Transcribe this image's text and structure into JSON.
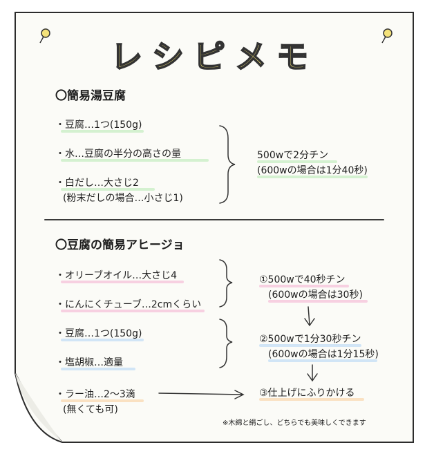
{
  "title": "レシピメモ",
  "recipe1": {
    "heading": "〇簡易湯豆腐",
    "ingredients": [
      "・豆腐…1つ(150g)",
      "・水…豆腐の半分の高さの量",
      "・白だし…大さじ2",
      "(粉末だしの場合…小さじ1)"
    ],
    "step_main": "500wで2分チン",
    "step_sub": "(600wの場合は1分40秒)"
  },
  "recipe2": {
    "heading": "〇豆腐の簡易アヒージョ",
    "ingredients": [
      "・オリーブオイル…大さじ4",
      "・にんにくチューブ…2cmくらい",
      "・豆腐…1つ(150g)",
      "・塩胡椒…適量",
      "・ラー油…2〜3滴",
      "(無くても可)"
    ],
    "steps": [
      "①500wで40秒チン",
      "(600wの場合は30秒)",
      "②500wで1分30秒チン",
      "(600wの場合は1分15秒)",
      "③仕上げにふりかける"
    ]
  },
  "note": "※木綿と絹ごし、どちらでも美味しくできます",
  "colors": {
    "title_fill": "#f9e97a",
    "marker_green": "#cdeec9",
    "marker_pink": "#f6c8dd",
    "marker_blue": "#c9e1f6",
    "marker_orange": "#f9dcb9",
    "pin_yellow": "#f4e27a"
  },
  "icons": [
    "pushpin-icon",
    "brace-icon",
    "arrow-down-icon",
    "arrow-right-icon"
  ]
}
